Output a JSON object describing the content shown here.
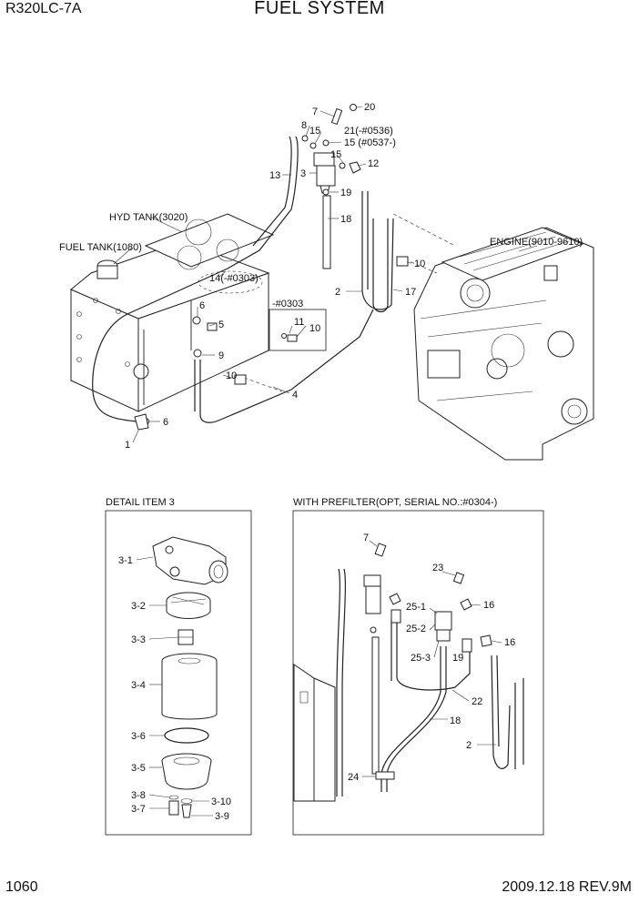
{
  "header": {
    "model": "R320LC-7A",
    "title": "FUEL SYSTEM"
  },
  "footer": {
    "page": "1060",
    "date_rev": "2009.12.18  REV.9M"
  },
  "main_view": {
    "component_labels": {
      "hyd_tank": "HYD TANK(3020)",
      "fuel_tank": "FUEL TANK(1080)",
      "engine": "ENGINE(9010-9610)",
      "serial_box": "-#0303"
    },
    "callouts": {
      "c7": "7",
      "c20": "20",
      "c8": "8",
      "c15a": "15",
      "c21": "21(-#0536)",
      "c15b": "15  (#0537-)",
      "c15c": "15",
      "c12": "12",
      "c3": "3",
      "c13": "13",
      "c19": "19",
      "c18": "18",
      "c10a": "10",
      "c2": "2",
      "c17": "17",
      "c14": "14(-#0303)",
      "c6a": "6",
      "c5": "5",
      "c9": "9",
      "c10b": "10",
      "c11": "11",
      "c10c": "10",
      "c4": "4",
      "c6b": "6",
      "c1": "1"
    }
  },
  "detail_item3": {
    "caption": "DETAIL  ITEM 3",
    "callouts": {
      "p1": "3-1",
      "p2": "3-2",
      "p3": "3-3",
      "p4": "3-4",
      "p6": "3-6",
      "p5": "3-5",
      "p8": "3-8",
      "p10": "3-10",
      "p7": "3-7",
      "p9": "3-9"
    }
  },
  "prefilter": {
    "caption": "WITH PREFILTER(OPT, SERIAL NO.:#0304-)",
    "callouts": {
      "c7": "7",
      "c23": "23",
      "c251": "25-1",
      "c16a": "16",
      "c252": "25-2",
      "c16b": "16",
      "c253": "25-3",
      "c19": "19",
      "c22": "22",
      "c18": "18",
      "c2": "2",
      "c24": "24"
    }
  }
}
